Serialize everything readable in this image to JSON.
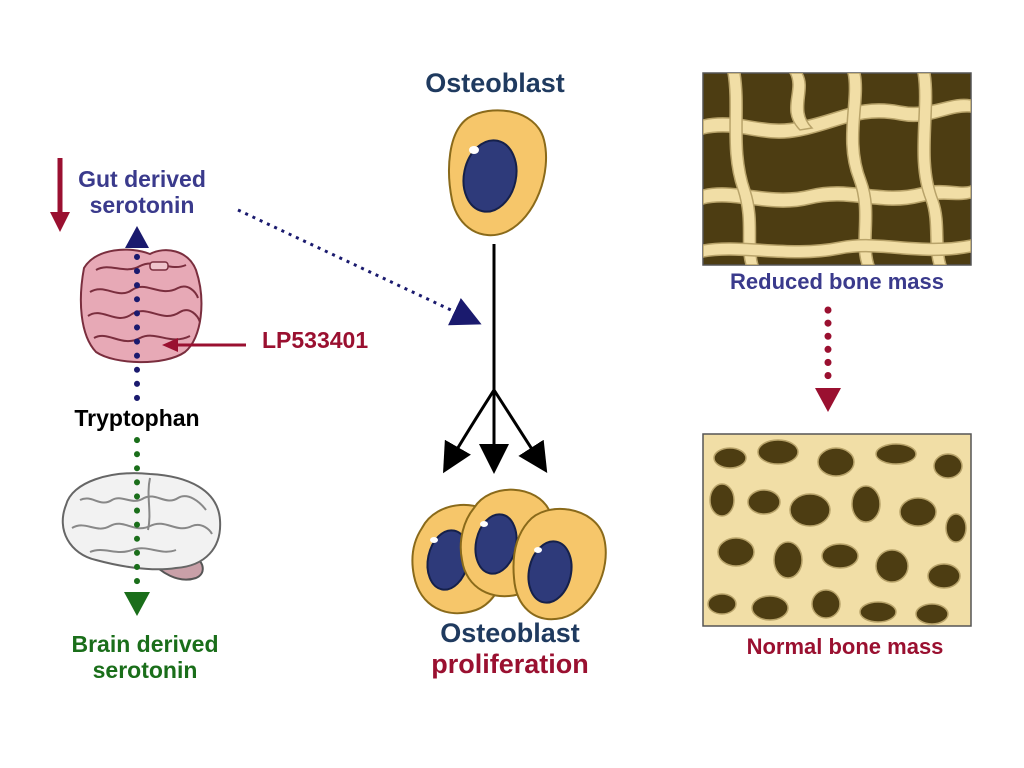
{
  "labels": {
    "gut_serotonin_line1": "Gut derived",
    "gut_serotonin_line2": "serotonin",
    "drug": "LP533401",
    "tryptophan": "Tryptophan",
    "brain_serotonin_line1": "Brain derived",
    "brain_serotonin_line2": "serotonin",
    "osteoblast": "Osteoblast",
    "proliferation_line1": "Osteoblast",
    "proliferation_line2": "proliferation",
    "reduced_bone": "Reduced bone mass",
    "normal_bone": "Normal bone mass"
  },
  "colors": {
    "gut_blue": "#3a3a8c",
    "dark_navy": "#1a1a6e",
    "crimson": "#9a1030",
    "green": "#1a6e1a",
    "osteoblast_title": "#1f3a5f",
    "cell_fill": "#f6c66a",
    "nucleus": "#2e3a7a",
    "bone_light": "#f1dea6",
    "bone_dark": "#4d3d12",
    "intestine": "#e7a9b6",
    "brain": "#f2f2f2"
  },
  "icons": {
    "intestine": "intestine-icon",
    "brain": "brain-icon",
    "osteoblast": "osteoblast-cell-icon",
    "bone_reduced": "trabecular-bone-reduced-icon",
    "bone_normal": "trabecular-bone-normal-icon"
  }
}
